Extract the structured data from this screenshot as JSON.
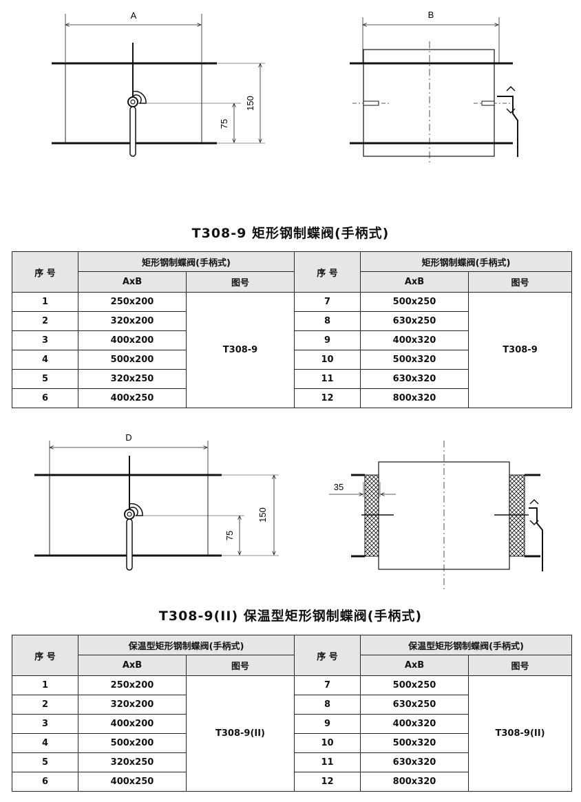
{
  "section1": {
    "drawing_left": {
      "dim_width": "A",
      "dim_height": "150",
      "dim_half": "75"
    },
    "drawing_right": {
      "dim_width": "B"
    },
    "title": "T308-9  矩形钢制蝶阀(手柄式)",
    "table": {
      "col_seq": "序 号",
      "group_header": "矩形钢制蝶阀(手柄式)",
      "col_size": "AxB",
      "col_drawing": "图号",
      "drawing_no": "T308-9",
      "left_rows": [
        {
          "seq": "1",
          "size": "250x200"
        },
        {
          "seq": "2",
          "size": "320x200"
        },
        {
          "seq": "3",
          "size": "400x200"
        },
        {
          "seq": "4",
          "size": "500x200"
        },
        {
          "seq": "5",
          "size": "320x250"
        },
        {
          "seq": "6",
          "size": "400x250"
        }
      ],
      "right_rows": [
        {
          "seq": "7",
          "size": "500x250"
        },
        {
          "seq": "8",
          "size": "630x250"
        },
        {
          "seq": "9",
          "size": "400x320"
        },
        {
          "seq": "10",
          "size": "500x320"
        },
        {
          "seq": "11",
          "size": "630x320"
        },
        {
          "seq": "12",
          "size": "800x320"
        }
      ]
    }
  },
  "section2": {
    "drawing_left": {
      "dim_width": "D",
      "dim_height": "150",
      "dim_half": "75"
    },
    "drawing_right": {
      "dim_insulation": "35"
    },
    "title": "T308-9(II)  保温型矩形钢制蝶阀(手柄式)",
    "table": {
      "col_seq": "序 号",
      "group_header": "保温型矩形钢制蝶阀(手柄式)",
      "col_size": "AxB",
      "col_drawing": "图号",
      "drawing_no": "T308-9(II)",
      "left_rows": [
        {
          "seq": "1",
          "size": "250x200"
        },
        {
          "seq": "2",
          "size": "320x200"
        },
        {
          "seq": "3",
          "size": "400x200"
        },
        {
          "seq": "4",
          "size": "500x200"
        },
        {
          "seq": "5",
          "size": "320x250"
        },
        {
          "seq": "6",
          "size": "400x250"
        }
      ],
      "right_rows": [
        {
          "seq": "7",
          "size": "500x250"
        },
        {
          "seq": "8",
          "size": "630x250"
        },
        {
          "seq": "9",
          "size": "400x320"
        },
        {
          "seq": "10",
          "size": "500x320"
        },
        {
          "seq": "11",
          "size": "630x320"
        },
        {
          "seq": "12",
          "size": "800x320"
        }
      ]
    }
  }
}
